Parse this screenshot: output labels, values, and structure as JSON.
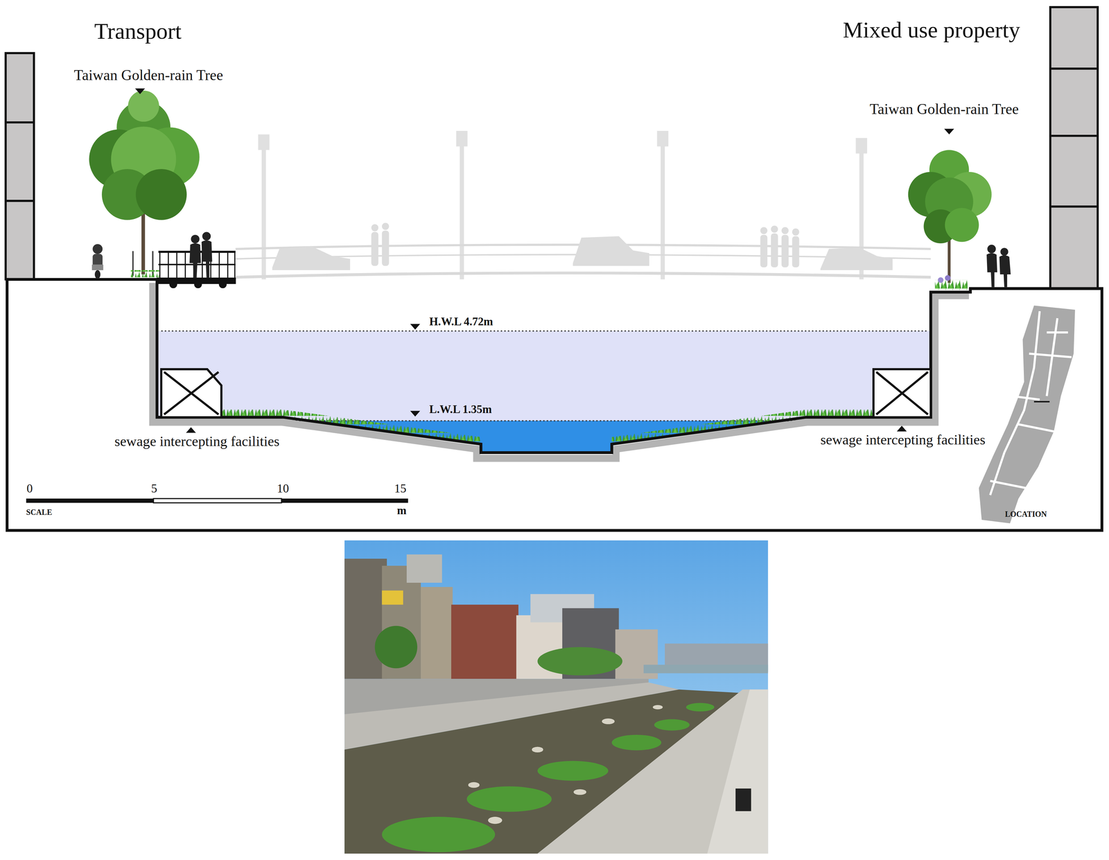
{
  "diagram": {
    "labels": [
      "Transport",
      "Mixed use property",
      "Taiwan Golden-rain Tree",
      "Taiwan Golden-rain Tree",
      "H.W.L 4.72m",
      "L.W.L 1.35m",
      "sewage intercepting facilities",
      "sewage intercepting facilities",
      "0",
      "5",
      "10",
      "15",
      "SCALE",
      "m",
      "LOCATION"
    ]
  }
}
